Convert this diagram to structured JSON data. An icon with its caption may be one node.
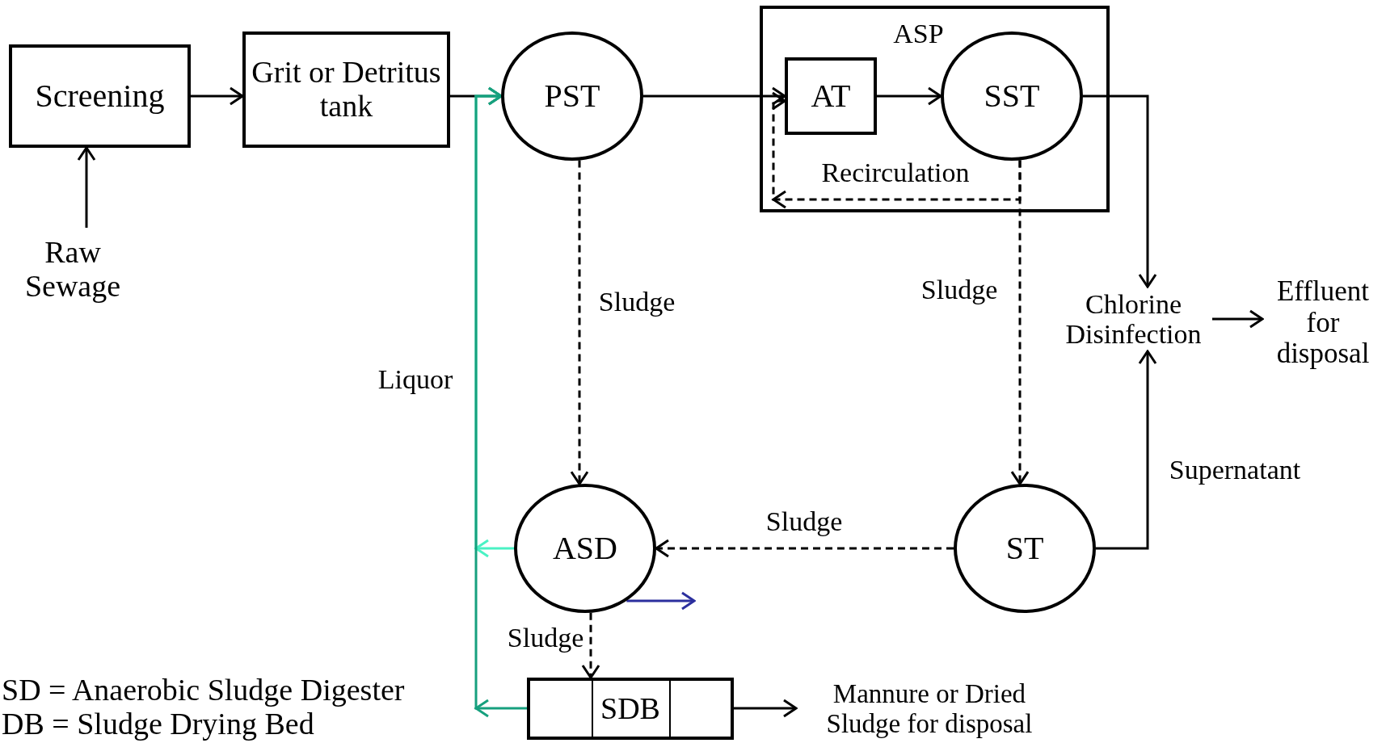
{
  "diagram": {
    "nodes": [
      {
        "text": [
          "Screening"
        ]
      },
      {
        "text": [
          "Grit or Detritus tank"
        ]
      },
      {
        "text": [
          "PST"
        ]
      },
      {
        "text": [
          "ASP"
        ]
      },
      {
        "text": [
          "AT"
        ],
        "in": 3
      },
      {
        "text": [
          "SST"
        ],
        "in": 3
      },
      {
        "text": [
          "Raw Sewage"
        ]
      },
      {
        "text": [
          "Chlorine Disinfection"
        ]
      },
      {
        "text": [
          "Effluent for disposal"
        ]
      },
      {
        "text": [
          "ASD"
        ]
      },
      {
        "text": [
          "ST"
        ]
      },
      {
        "text": [
          "SDB"
        ]
      },
      {
        "text": [
          "Mannure or Dried Sludge for disposal"
        ]
      }
    ],
    "edges": [
      {
        "from": 6,
        "to": 0,
        "arrow": "to"
      },
      {
        "from": 0,
        "to": 1,
        "arrow": "to"
      },
      {
        "from": 1,
        "to": 2,
        "arrow": "to"
      },
      {
        "from": 2,
        "to": 4,
        "arrow": "to"
      },
      {
        "from": 4,
        "to": 5,
        "arrow": "to"
      },
      {
        "from": 5,
        "to": 7,
        "arrow": "to"
      },
      {
        "from": 5,
        "to": 4,
        "arrow": "to",
        "style": "dashed",
        "label": "Recirculation"
      },
      {
        "from": 5,
        "to": 10,
        "arrow": "to",
        "style": "dashed",
        "label": "Sludge"
      },
      {
        "from": 2,
        "to": 9,
        "arrow": "to",
        "style": "dashed",
        "label": "Sludge"
      },
      {
        "from": 10,
        "to": 9,
        "arrow": "to",
        "style": "dashed",
        "label": "Sludge"
      },
      {
        "from": 10,
        "to": 7,
        "arrow": "to",
        "label": "Supernatant"
      },
      {
        "from": 7,
        "to": 8,
        "arrow": "to"
      },
      {
        "from": 9,
        "to": 11,
        "arrow": "to",
        "style": "dashed",
        "label": "Sludge"
      },
      {
        "from": 11,
        "to": 12,
        "arrow": "to"
      },
      {
        "from": 9,
        "to": 2,
        "arrow": "to",
        "color": "#4af2c4"
      },
      {
        "from": 11,
        "to": 2,
        "arrow": "to",
        "color": "#16a07e",
        "label": "Liquor"
      },
      {
        "from": 9,
        "to": null,
        "arrow": "to",
        "color": "#2b2f9e"
      }
    ],
    "labels": [
      "SD = Anaerobic Sludge Digester",
      "DB = Sludge Drying Bed"
    ]
  }
}
